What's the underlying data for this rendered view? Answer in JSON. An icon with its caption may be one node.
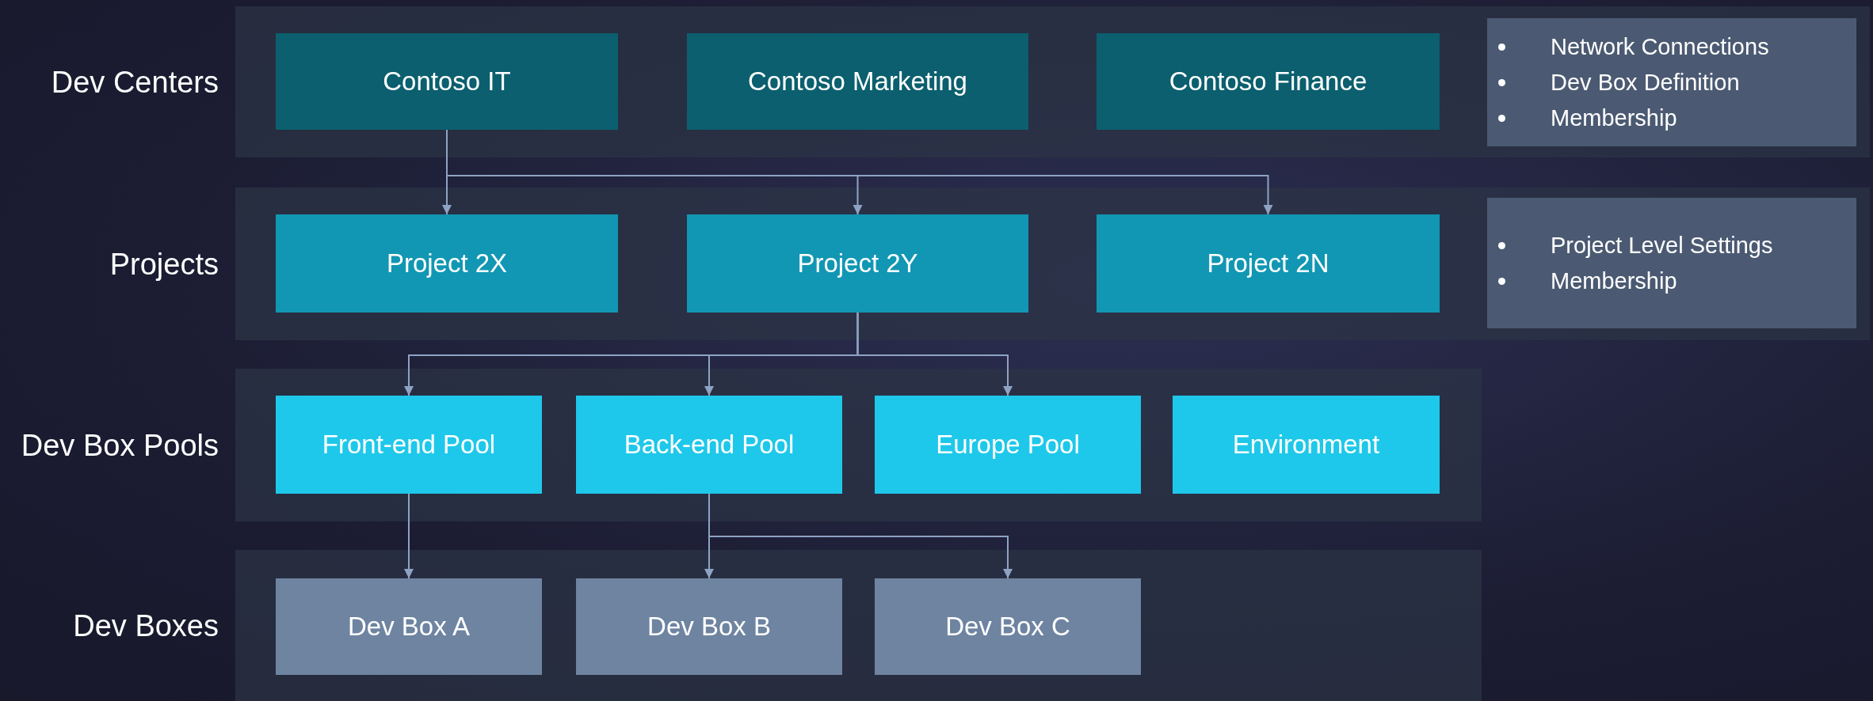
{
  "diagram": {
    "nodes": [
      {
        "text": [
          "Dev Centers"
        ]
      },
      {
        "text": [
          "Contoso IT"
        ],
        "in": 0
      },
      {
        "text": [
          "Contoso Marketing"
        ],
        "in": 0
      },
      {
        "text": [
          "Contoso Finance"
        ],
        "in": 0
      },
      {
        "text": [
          "Network Connections",
          "Dev Box Definition",
          "Membership"
        ],
        "in": 0
      },
      {
        "text": [
          "Projects"
        ]
      },
      {
        "text": [
          "Project 2X"
        ],
        "in": 5
      },
      {
        "text": [
          "Project 2Y"
        ],
        "in": 5
      },
      {
        "text": [
          "Project 2N"
        ],
        "in": 5
      },
      {
        "text": [
          "Project Level Settings",
          "Membership"
        ],
        "in": 5
      },
      {
        "text": [
          "Dev Box Pools"
        ]
      },
      {
        "text": [
          "Front-end Pool"
        ],
        "in": 10
      },
      {
        "text": [
          "Back-end Pool"
        ],
        "in": 10
      },
      {
        "text": [
          "Europe Pool"
        ],
        "in": 10
      },
      {
        "text": [
          "Environment"
        ],
        "in": 10
      },
      {
        "text": [
          "Dev Boxes"
        ]
      },
      {
        "text": [
          "Dev Box A"
        ],
        "in": 15
      },
      {
        "text": [
          "Dev Box B"
        ],
        "in": 15
      },
      {
        "text": [
          "Dev Box C"
        ],
        "in": 15
      }
    ],
    "edges": [
      {
        "from": 1,
        "to": 6,
        "arrow": "to"
      },
      {
        "from": 1,
        "to": 7,
        "arrow": "to"
      },
      {
        "from": 1,
        "to": 8,
        "arrow": "to"
      },
      {
        "from": 7,
        "to": 11,
        "arrow": "to"
      },
      {
        "from": 7,
        "to": 12,
        "arrow": "to"
      },
      {
        "from": 7,
        "to": 13,
        "arrow": "to"
      },
      {
        "from": 11,
        "to": 16,
        "arrow": "to"
      },
      {
        "from": 12,
        "to": 17,
        "arrow": "to"
      },
      {
        "from": 12,
        "to": 18,
        "arrow": "to"
      }
    ]
  }
}
